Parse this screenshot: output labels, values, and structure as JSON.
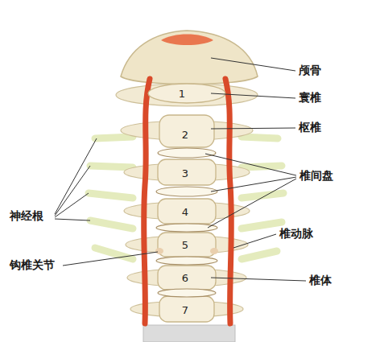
{
  "diagram": {
    "labels": [
      "颅骨",
      "寰椎",
      "枢椎",
      "椎间盘",
      "神经根",
      "椎动脉",
      "钩椎关节",
      "椎体",
      "1",
      "2",
      "3",
      "4",
      "5",
      "6",
      "7"
    ]
  }
}
